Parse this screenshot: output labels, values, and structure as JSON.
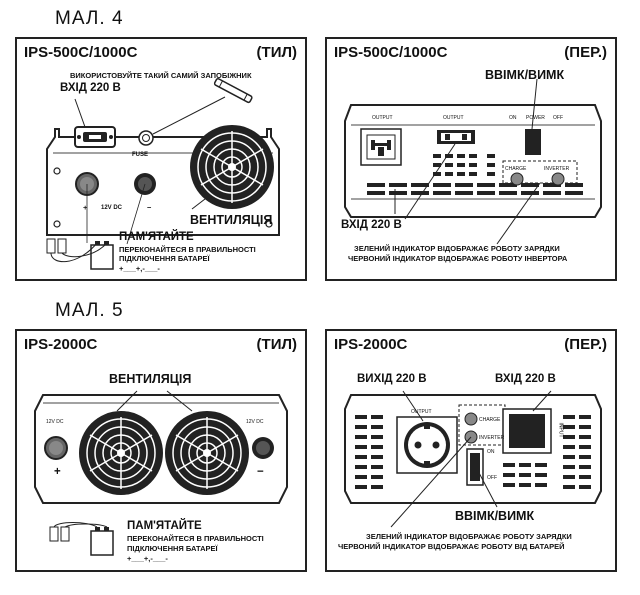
{
  "fig4": {
    "label": "МАЛ. 4",
    "back": {
      "model": "IPS-500C/1000C",
      "side": "(ТИЛ)",
      "fuse_note": "ВИКОРИСТОВУЙТЕ ТАКИЙ САМИЙ ЗАПОБІЖНИК",
      "input": "ВХІД 220 В",
      "fuse": "FUSE",
      "dc": "12V DC",
      "plus": "+",
      "minus": "−",
      "vent": "ВЕНТИЛЯЦІЯ",
      "remember": "ПАМ'ЯТАЙТЕ",
      "check1": "ПЕРЕКОНАЙТЕСЯ В ПРАВИЛЬНОСТІ",
      "check2": "ПІДКЛЮЧЕННЯ БАТАРЕЇ",
      "polarity": "+___+,-___-"
    },
    "front": {
      "model": "IPS-500C/1000C",
      "side": "(ПЕР.)",
      "onoff": "ВВІМК/ВИМК",
      "output1": "OUTPUT",
      "output2": "OUTPUT",
      "on": "ON",
      "power": "POWER",
      "off": "OFF",
      "charge": "CHARGE",
      "inverter": "INVERTER",
      "input": "ВХІД 220 В",
      "green_note": "ЗЕЛЕНИЙ ІНДИКАТОР ВІДОБРАЖАЄ РОБОТУ ЗАРЯДКИ",
      "red_note": "ЧЕРВОНИЙ ІНДИКАТОР ВІДОБРАЖАЄ РОБОТУ ІНВЕРТОРА"
    }
  },
  "fig5": {
    "label": "МАЛ. 5",
    "back": {
      "model": "IPS-2000C",
      "side": "(ТИЛ)",
      "vent": "ВЕНТИЛЯЦІЯ",
      "dc_left": "12V DC",
      "dc_right": "12V DC",
      "plus": "+",
      "minus": "−",
      "remember": "ПАМ'ЯТАЙТЕ",
      "check1": "ПЕРЕКОНАЙТЕСЯ В ПРАВИЛЬНОСТІ",
      "check2": "ПІДКЛЮЧЕННЯ БАТАРЕЇ",
      "polarity": "+___+,-___-"
    },
    "front": {
      "model": "IPS-2000C",
      "side": "(ПЕР.)",
      "output_label": "ВИХІД 220 В",
      "input_label": "ВХІД 220 В",
      "output": "OUTPUT",
      "input": "INPUT",
      "charge": "CHARGE",
      "inverter": "INVERTER",
      "on": "ON",
      "off": "OFF",
      "onoff": "ВВІМК/ВИМК",
      "green_note": "ЗЕЛЕНИЙ ІНДИКАТОР ВІДОБРАЖАЄ РОБОТУ ЗАРЯДКИ",
      "red_note": "ЧЕРВОНИЙ ІНДИКАТОР ВІДОБРАЖАЄ РОБОТУ ВІД БАТАРЕЙ"
    }
  }
}
